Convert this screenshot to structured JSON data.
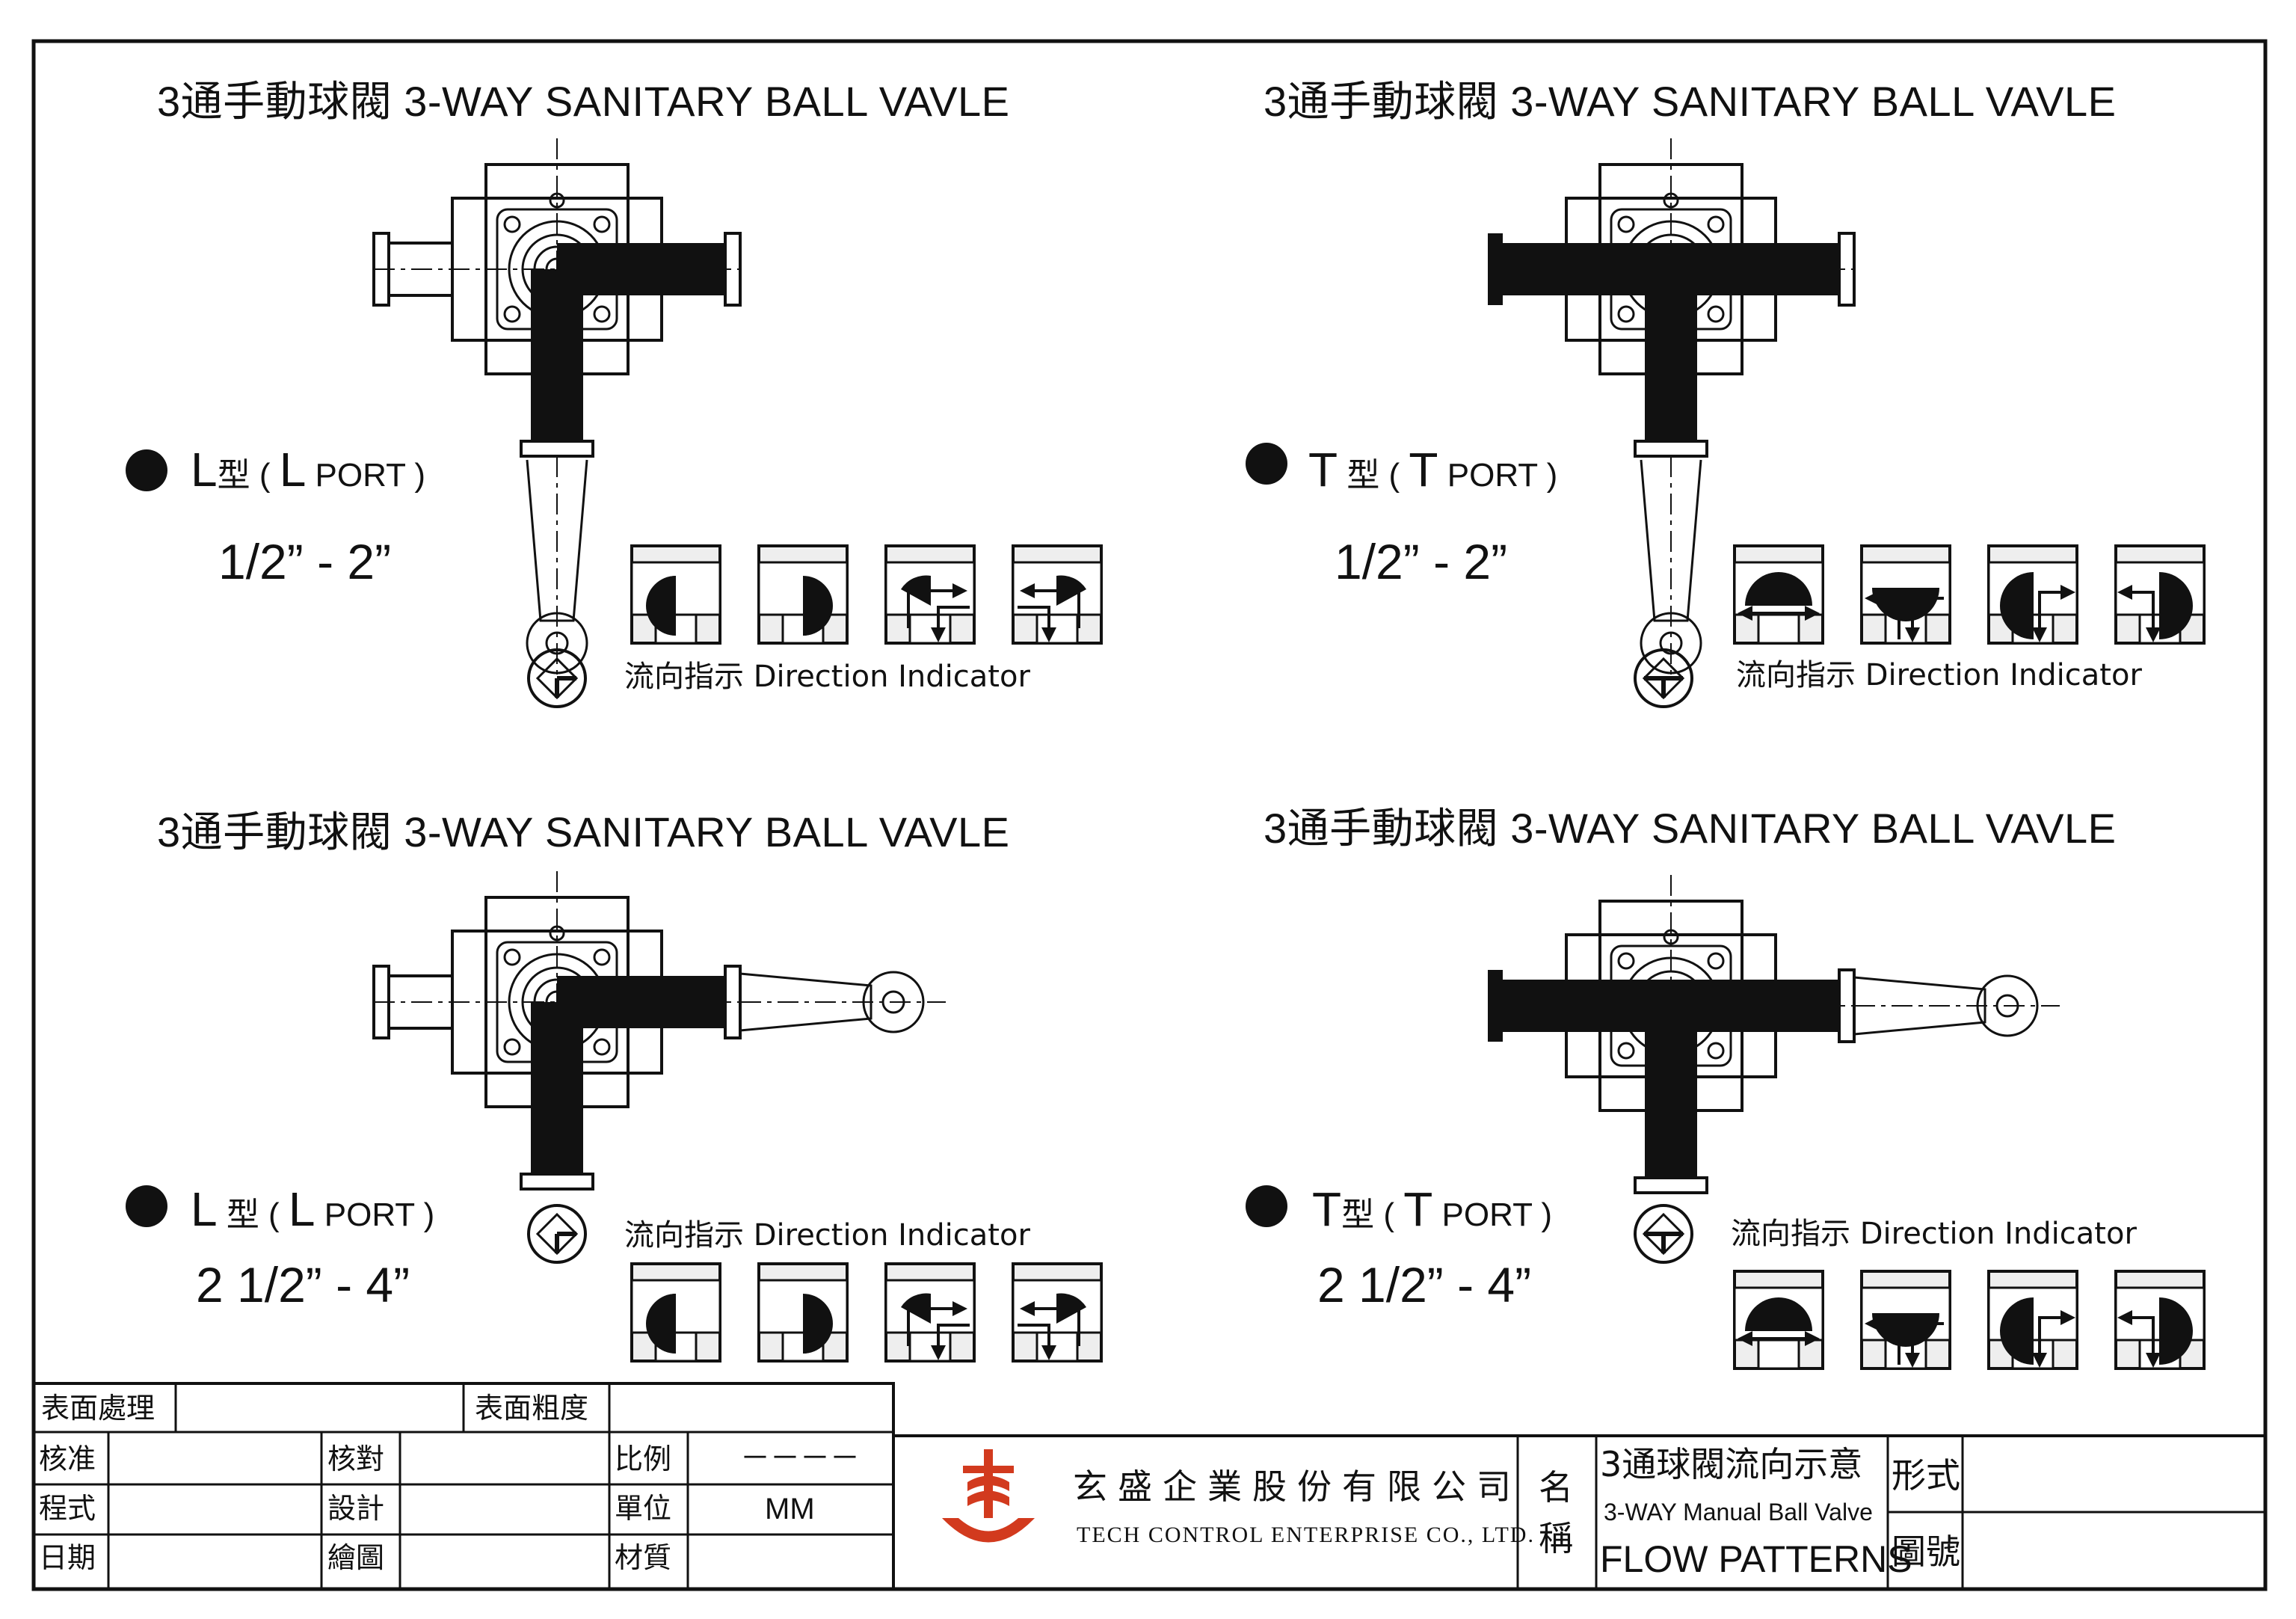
{
  "panels": [
    {
      "title": "3通手動球閥  3-WAY SANITARY BALL VAVLE",
      "port_prefix": "L",
      "port_type": "型 ( ",
      "port_letter": "L",
      "port_word": " PORT )",
      "size": "1/2” - 2”",
      "indicator_label": "流向指示 Direction Indicator"
    },
    {
      "title": "3通手動球閥  3-WAY SANITARY BALL VAVLE",
      "port_prefix": "T",
      "port_type": " 型 ( ",
      "port_letter": "T",
      "port_word": " PORT )",
      "size": "1/2” - 2”",
      "indicator_label": "流向指示 Direction  Indicator"
    },
    {
      "title": "3通手動球閥  3-WAY SANITARY BALL VAVLE",
      "port_prefix": "L",
      "port_type": " 型 ( ",
      "port_letter": "L",
      "port_word": " PORT )",
      "size": "2 1/2” - 4”",
      "indicator_label": "流向指示 Direction  Indicator"
    },
    {
      "title": "3通手動球閥  3-WAY SANITARY BALL VAVLE",
      "port_prefix": "T",
      "port_type": "型 ( ",
      "port_letter": "T",
      "port_word": " PORT )",
      "size": "2 1/2” - 4”",
      "indicator_label": "流向指示 Direction  Indicator"
    }
  ],
  "title_block": {
    "surface_treatment": "表面處理",
    "surface_roughness": "表面粗度",
    "approve": "核准",
    "check": "核對",
    "scale": "比例",
    "scale_value": "－－－－",
    "process": "程式",
    "design": "設計",
    "unit": "單位",
    "unit_value": "MM",
    "date": "日期",
    "drawn": "繪圖",
    "material": "材質",
    "company_cn": "玄盛企業股份有限公司",
    "company_en": "TECH CONTROL ENTERPRISE CO., LTD.",
    "name_label_1": "名",
    "name_label_2": "稱",
    "name_cn": "3通球閥流向示意",
    "name_en_1": "3-WAY Manual Ball Valve",
    "name_en_2": "FLOW PATTERNS",
    "form_label": "形式",
    "drawing_no_label": "圖號"
  },
  "colors": {
    "ink": "#111111",
    "logo": "#d23a1e"
  }
}
